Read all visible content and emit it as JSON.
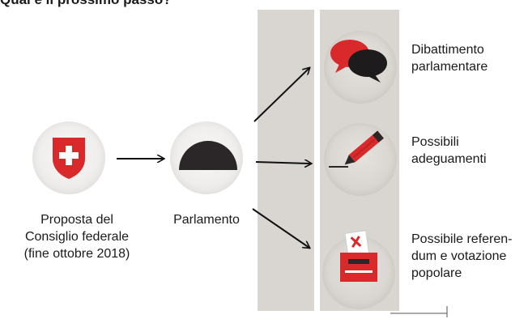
{
  "title": "Qual è il prossimo passo?",
  "nodes": {
    "proposal": {
      "lines": [
        "Proposta del",
        "Consiglio federale",
        "(fine ottobre 2018)"
      ],
      "icon": "swiss-shield-icon"
    },
    "parliament": {
      "label": "Parlamento",
      "icon": "parliament-dome-icon"
    },
    "debate": {
      "lines": [
        "Dibattimento",
        "parlamentare"
      ],
      "icon": "speech-bubbles-icon"
    },
    "adjustments": {
      "lines": [
        "Possibili",
        "adeguamenti"
      ],
      "icon": "pencil-icon"
    },
    "referendum": {
      "lines": [
        "Possibile referen-",
        "dum e votazione",
        "popolare"
      ],
      "icon": "ballot-box-icon"
    }
  },
  "colors": {
    "accent_red": "#d9292b",
    "panel_grey": "#d9d6d1",
    "dark": "#2b2627"
  }
}
